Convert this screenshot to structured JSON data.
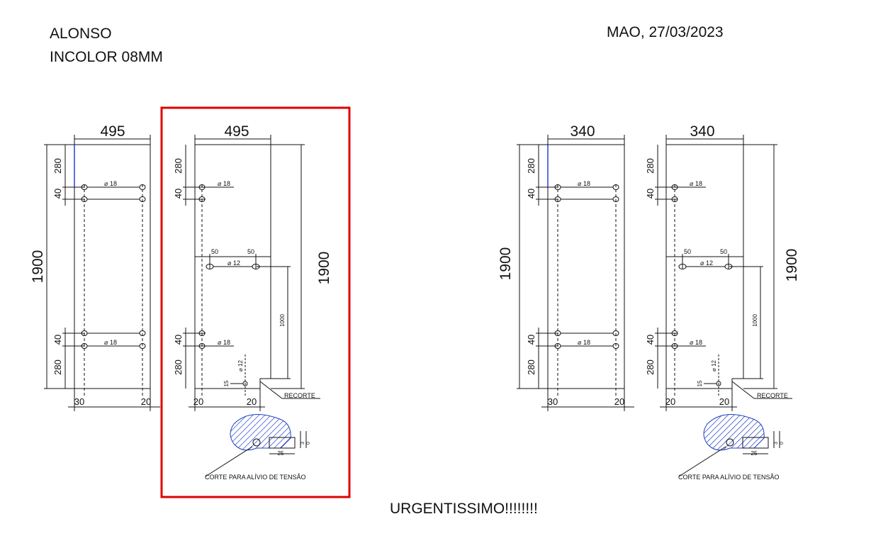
{
  "header": {
    "client": "ALONSO",
    "material": "INCOLOR 08MM",
    "date_line": "MAO, 27/03/2023"
  },
  "footer": {
    "note": "URGENTISSIMO!!!!!!!!"
  },
  "colors": {
    "highlight": "#e00000",
    "line": "#111111",
    "blue_accent": "#2a3fd6",
    "hatch": "#1f3fbf"
  },
  "panels": [
    {
      "id": "a",
      "width": "495",
      "height": "1900",
      "d_top1": "280",
      "d_top2": "40",
      "d_bot1": "40",
      "d_bot2": "280",
      "hole_top": "⌀ 18",
      "hole_bot": "⌀ 18",
      "edge_left": "30",
      "edge_right": "20"
    },
    {
      "id": "b",
      "width": "495",
      "height": "1900",
      "d_top1": "280",
      "d_top2": "40",
      "d_bot1": "40",
      "d_bot2": "280",
      "hole_top": "⌀ 18",
      "hole_bot": "⌀ 18",
      "hole_mid": "⌀ 12",
      "off_left": "50",
      "off_right": "50",
      "recess_h": "1000",
      "hole_small": "⌀ 12",
      "small_off": "15",
      "edge_left": "20",
      "edge_right": "20",
      "recorte": "RECORTE",
      "relief": "CORTE PARA ALÍVIO DE TENSÃO",
      "detail_w": "25",
      "detail_h": "3",
      "detail_h2": "0"
    },
    {
      "id": "c",
      "width": "340",
      "height": "1900",
      "d_top1": "280",
      "d_top2": "40",
      "d_bot1": "40",
      "d_bot2": "280",
      "hole_top": "⌀ 18",
      "hole_bot": "⌀ 18",
      "edge_left": "30",
      "edge_right": "20"
    },
    {
      "id": "d",
      "width": "340",
      "height": "1900",
      "d_top1": "280",
      "d_top2": "40",
      "d_bot1": "40",
      "d_bot2": "280",
      "hole_top": "⌀ 18",
      "hole_bot": "⌀ 18",
      "hole_mid": "⌀ 12",
      "off_left": "50",
      "off_right": "50",
      "recess_h": "1000",
      "hole_small": "⌀ 12",
      "small_off": "15",
      "edge_left": "20",
      "edge_right": "20",
      "recorte": "RECORTE",
      "relief": "CORTE PARA ALÍVIO DE TENSÃO",
      "detail_w": "25",
      "detail_h": "3",
      "detail_h2": "0"
    }
  ]
}
